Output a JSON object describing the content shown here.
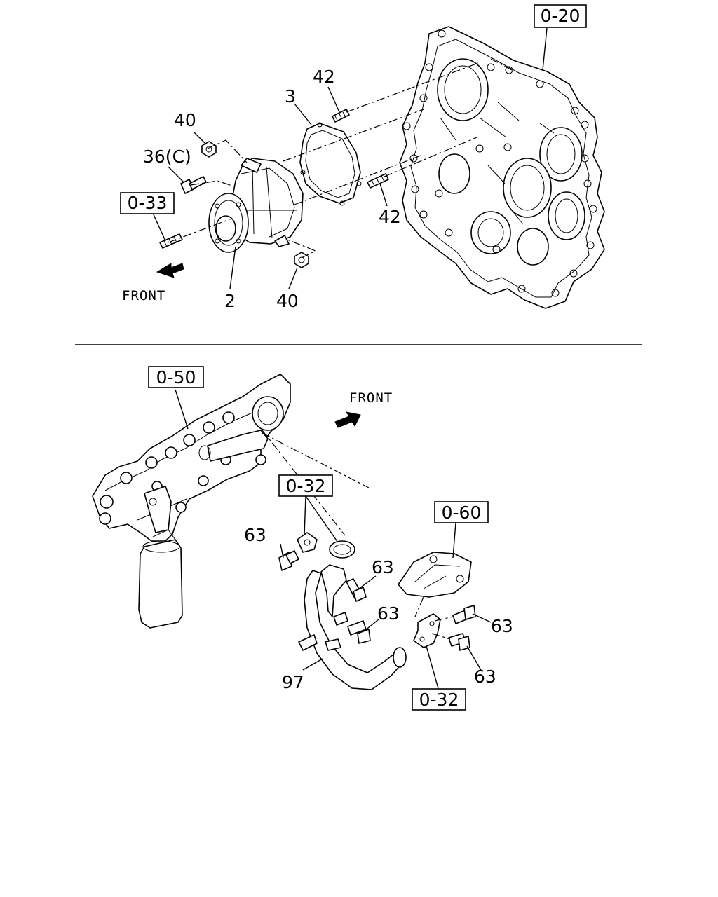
{
  "upper_view": {
    "refs": [
      "0-20",
      "0-33"
    ],
    "labels": {
      "p42_top": "42",
      "p3": "3",
      "p40_top": "40",
      "p36c": "36(C)",
      "p42_bottom": "42",
      "p2": "2",
      "p40_bottom": "40"
    },
    "front_label": "FRONT"
  },
  "lower_view": {
    "refs": [
      "0-50",
      "0-32",
      "0-60",
      "0-32"
    ],
    "labels": {
      "p63_a": "63",
      "p63_b": "63",
      "p63_c": "63",
      "p63_d": "63",
      "p63_e": "63",
      "p97": "97"
    },
    "front_label": "FRONT"
  }
}
